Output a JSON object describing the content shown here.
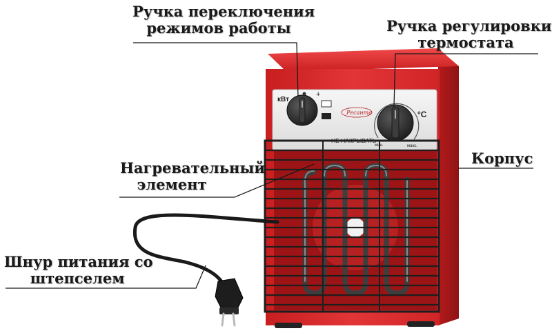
{
  "callouts": {
    "mode_knob": {
      "line1": "Ручка переключения",
      "line2": "режимов работы"
    },
    "thermostat_knob": {
      "line1": "Ручка регулировки",
      "line2": "термостата"
    },
    "housing": {
      "text": "Корпус"
    },
    "heating_element": {
      "line1": "Нагревательный",
      "line2": "элемент"
    },
    "power_cord": {
      "line1": "Шнур питания со",
      "line2": "штепселем"
    }
  },
  "panel": {
    "power_unit": "кВт",
    "temp_unit": "°C",
    "warning": "НЕ НАКРЫВАТЬ",
    "brand": "Ресанта",
    "min_label": "мин.",
    "max_label": "макс."
  },
  "colors": {
    "housing_red": "#d9282a",
    "housing_dark": "#8f1414",
    "panel_white": "#eeeeee",
    "knob": "#2d2d2d",
    "grille": "#1e1e1e",
    "coil": "#4a4a4a",
    "label_text": "#1a1a1a"
  }
}
